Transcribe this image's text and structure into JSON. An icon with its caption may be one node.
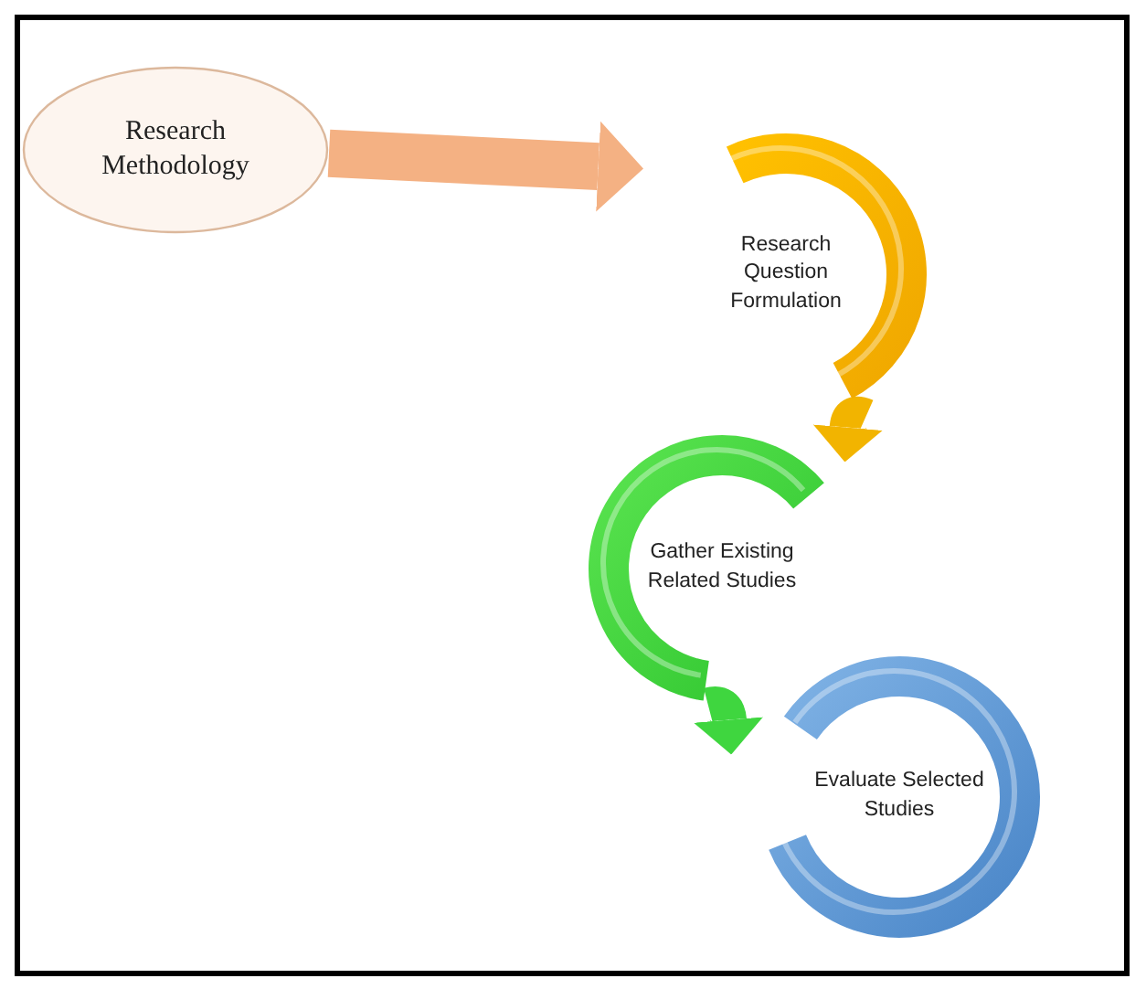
{
  "diagram": {
    "nodes": [
      {
        "text": [
          "Research Methodology"
        ]
      },
      {
        "text": [
          "Research Question Formulation"
        ]
      },
      {
        "text": [
          "Gather Existing Related Studies"
        ]
      },
      {
        "text": [
          "Evaluate Selected Studies"
        ]
      }
    ],
    "edges": [
      {
        "from": 0,
        "to": 1,
        "arrow": "to",
        "color": "#f4b183"
      },
      {
        "from": 1,
        "to": 2,
        "arrow": "to",
        "color": "#f2b400"
      },
      {
        "from": 2,
        "to": 3,
        "arrow": "to",
        "color": "#3fd63f"
      }
    ]
  }
}
